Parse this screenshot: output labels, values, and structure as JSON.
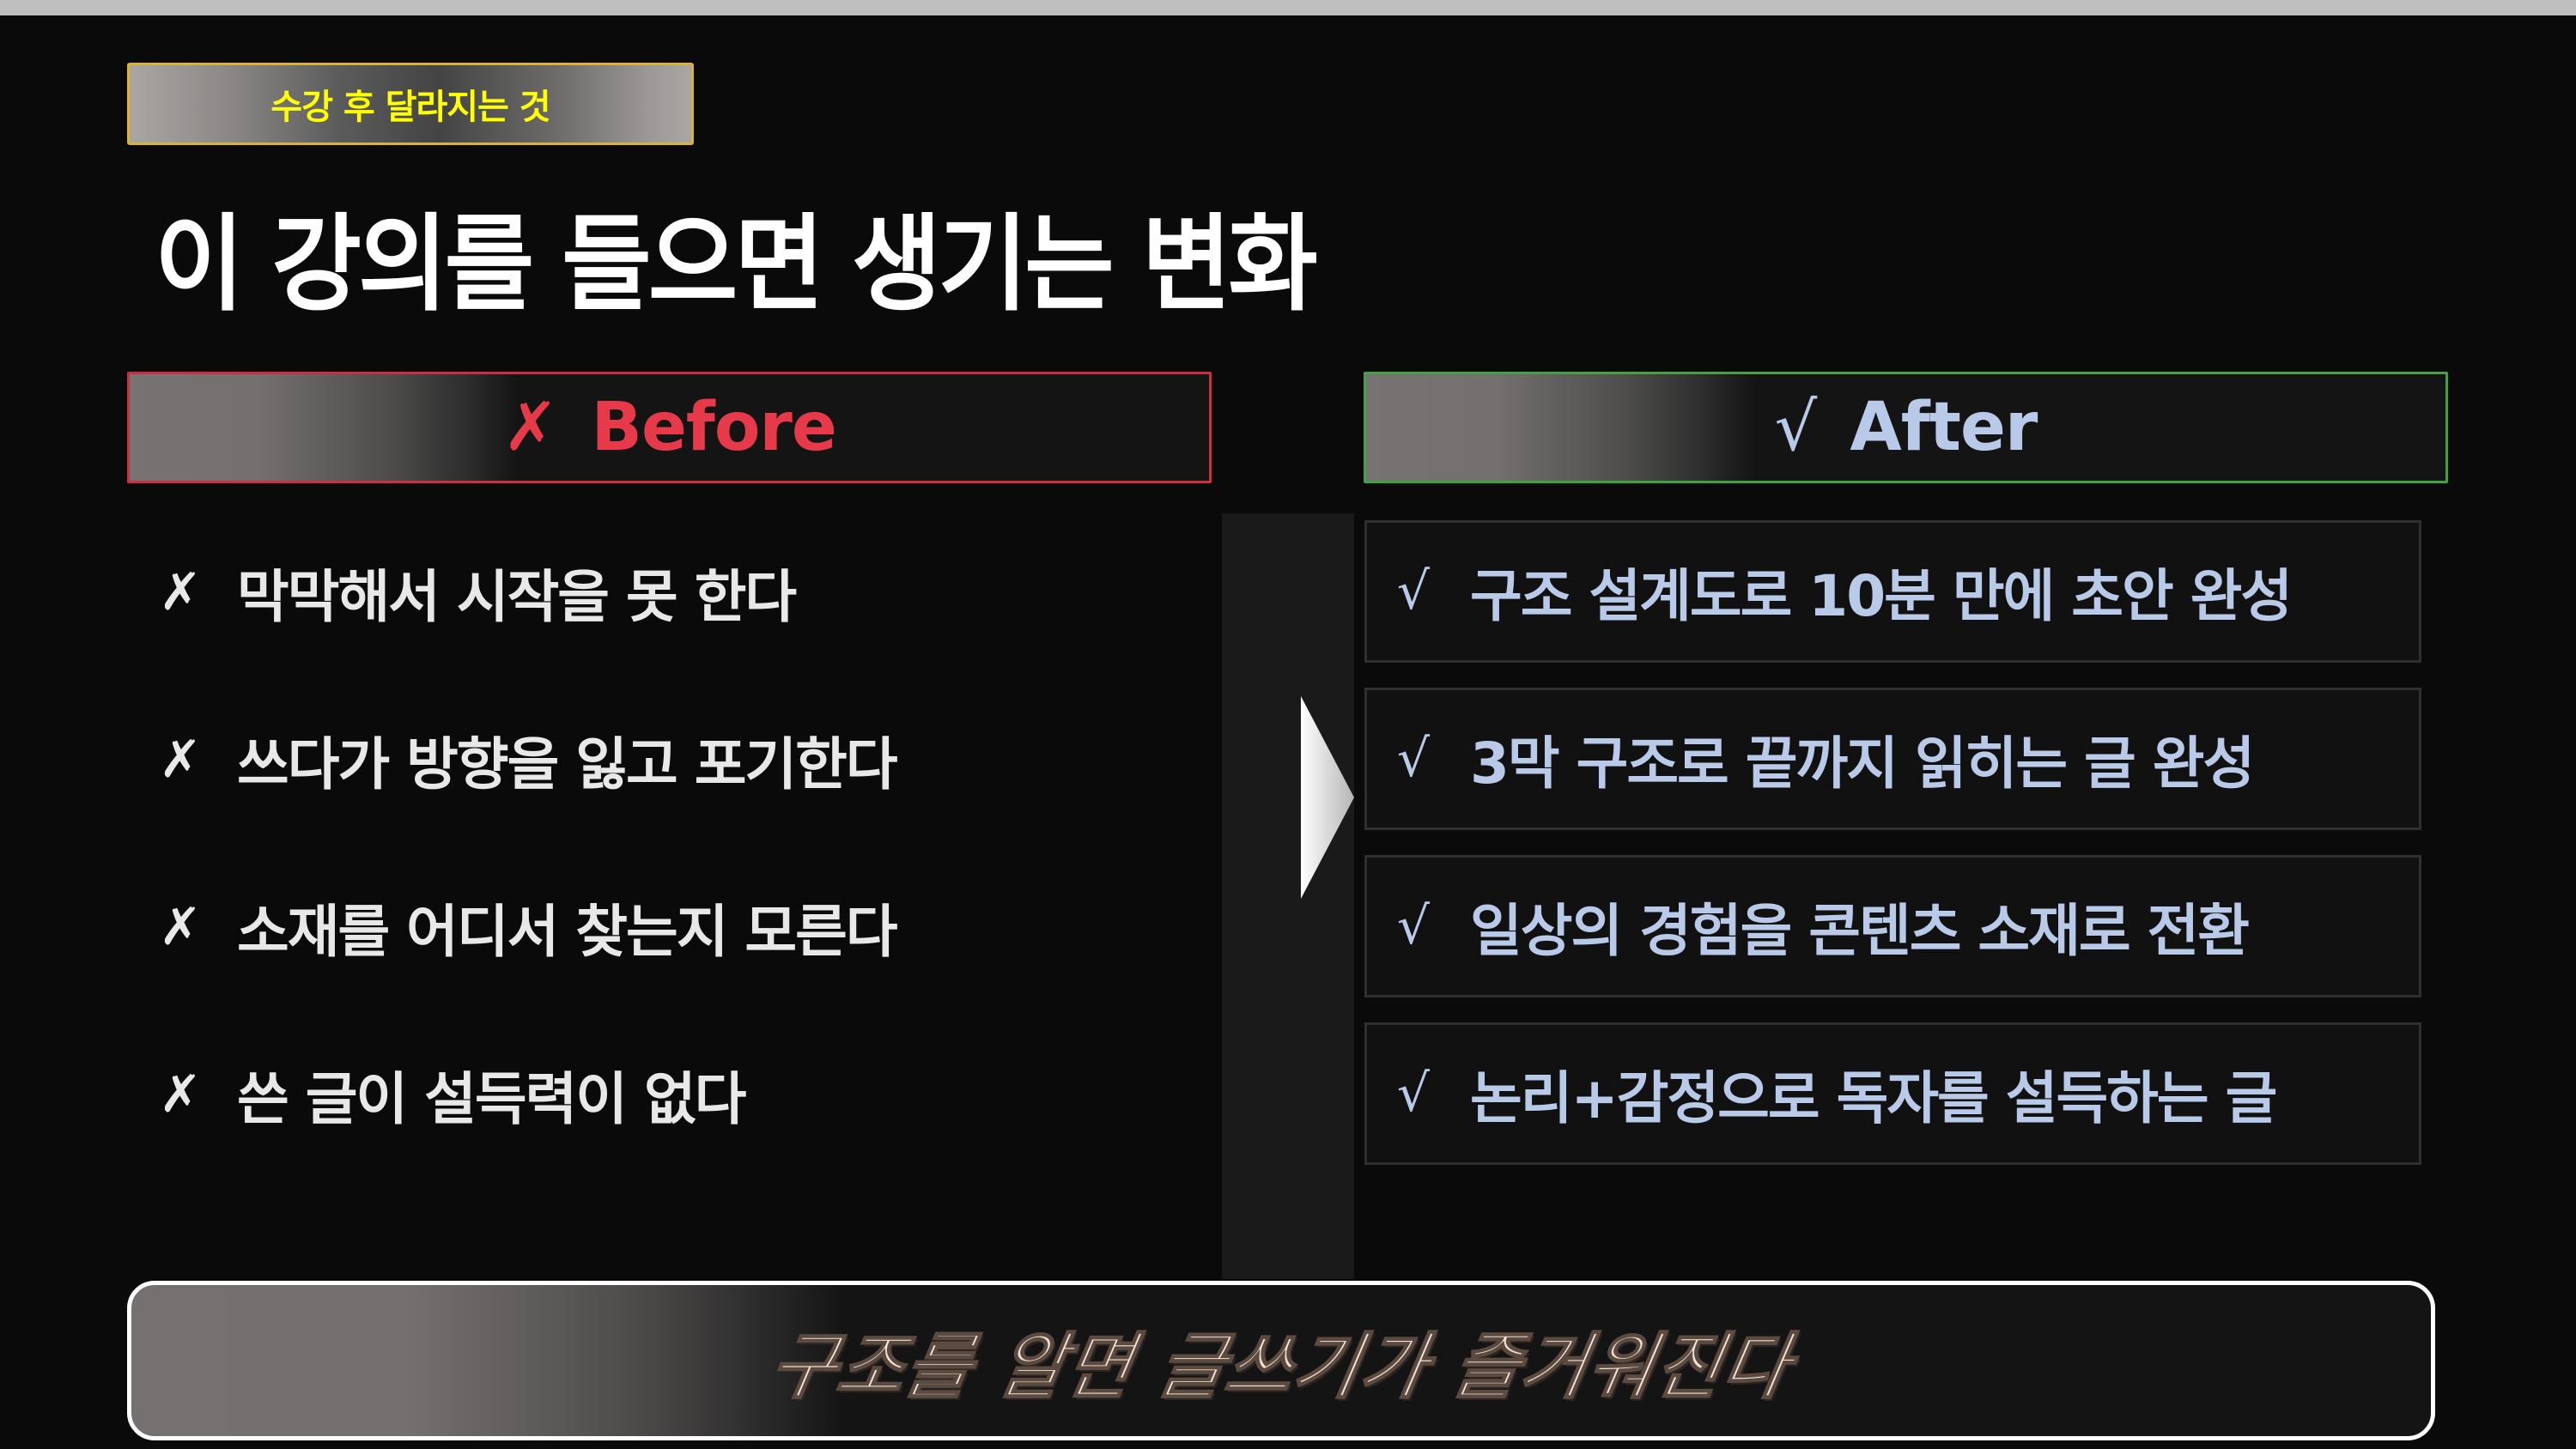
{
  "slide": {
    "badge": {
      "label": "수강 후 달라지는 것"
    },
    "title": "이 강의를 들으면 생기는 변화",
    "before": {
      "header": {
        "icon": "✗",
        "icon_name": "x-mark-icon",
        "label": "Before"
      },
      "items": [
        {
          "icon": "✗",
          "text": "막막해서 시작을 못 한다"
        },
        {
          "icon": "✗",
          "text": "쓰다가 방향을 잃고 포기한다"
        },
        {
          "icon": "✗",
          "text": "소재를 어디서 찾는지 모른다"
        },
        {
          "icon": "✗",
          "text": "쓴 글이 설득력이 없다"
        }
      ]
    },
    "transition": {
      "icon_name": "arrow-right-icon"
    },
    "after": {
      "header": {
        "icon": "√",
        "icon_name": "check-mark-icon",
        "label": "After"
      },
      "items": [
        {
          "icon": "√",
          "text": "구조 설계도로 10분 만에 초안 완성"
        },
        {
          "icon": "√",
          "text": "3막 구조로 끝까지 읽히는 글 완성"
        },
        {
          "icon": "√",
          "text": "일상의 경험을 콘텐츠 소재로 전환"
        },
        {
          "icon": "√",
          "text": "논리+감정으로 독자를 설득하는 글"
        }
      ]
    },
    "banner": {
      "text": "구조를 알면 글쓰기가 즐거워진다"
    }
  },
  "colors": {
    "background": "#0a0a0a",
    "badge_text": "#ffff00",
    "badge_border": "#d9b23a",
    "before_accent": "#e63a4b",
    "after_border": "#43a047",
    "after_text": "#b9c9e8",
    "banner_text": "#f6e1d3"
  }
}
